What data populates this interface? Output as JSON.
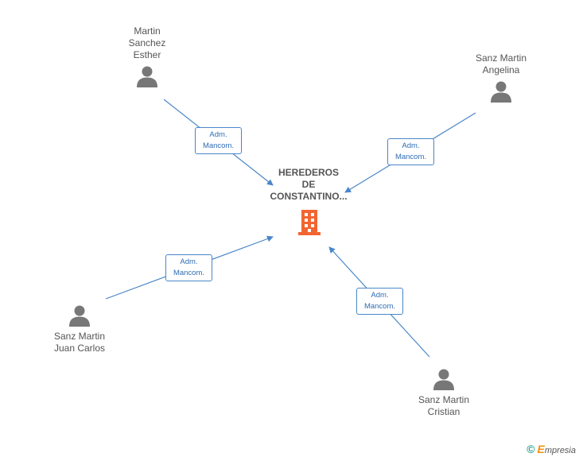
{
  "company": {
    "name": "HEREDEROS\nDE\nCONSTANTINO...",
    "icon": "building-icon",
    "color": "#f26532"
  },
  "persons": [
    {
      "id": "p1",
      "label": "Martin\nSanchez\nEsther"
    },
    {
      "id": "p2",
      "label": "Sanz Martin\nAngelina"
    },
    {
      "id": "p3",
      "label": "Sanz Martin\nJuan Carlos"
    },
    {
      "id": "p4",
      "label": "Sanz Martin\nCristian"
    }
  ],
  "relations": [
    {
      "from": "p1",
      "label": "Adm.\nMancom."
    },
    {
      "from": "p2",
      "label": "Adm.\nMancom."
    },
    {
      "from": "p3",
      "label": "Adm.\nMancom."
    },
    {
      "from": "p4",
      "label": "Adm.\nMancom."
    }
  ],
  "colors": {
    "edge": "#4a86c8",
    "person": "#777777",
    "text": "#555555"
  },
  "footer": {
    "copyright": "©",
    "brand_initial": "E",
    "brand_rest": "mpresia"
  }
}
